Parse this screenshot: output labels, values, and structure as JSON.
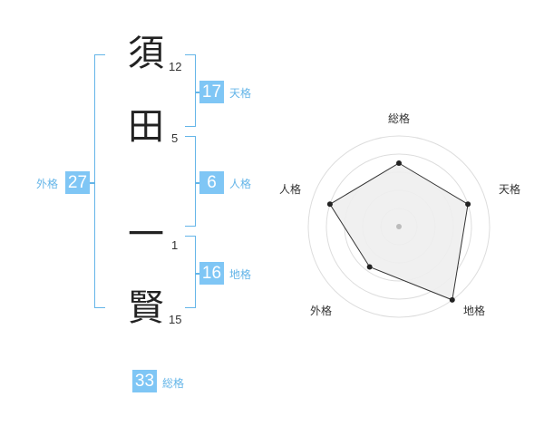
{
  "name": {
    "chars": [
      "須",
      "田",
      "一",
      "賢"
    ],
    "strokes": [
      "12",
      "5",
      "1",
      "15"
    ]
  },
  "kaku": {
    "tenkaku": {
      "value": "17",
      "label": "天格"
    },
    "jinkaku": {
      "value": "6",
      "label": "人格"
    },
    "chikaku": {
      "value": "16",
      "label": "地格"
    },
    "gaikaku": {
      "value": "27",
      "label": "外格"
    },
    "soukaku": {
      "value": "33",
      "label": "総格"
    }
  },
  "radar": {
    "axes": [
      "総格",
      "天格",
      "地格",
      "外格",
      "人格"
    ],
    "values": [
      0.7,
      0.8,
      1.0,
      0.55,
      0.8
    ],
    "fill_color": "#eeeeee",
    "line_color": "#333333"
  },
  "colors": {
    "accent": "#7fc6f5",
    "label": "#64b5e8"
  }
}
